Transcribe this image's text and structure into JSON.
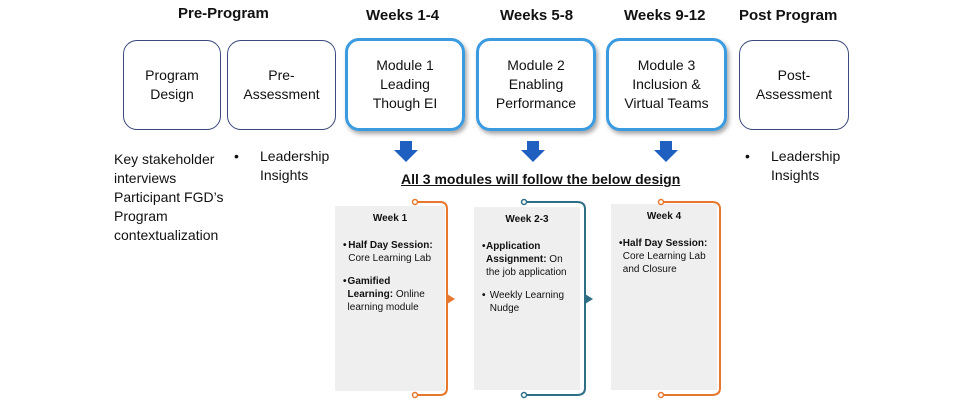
{
  "phases": [
    {
      "id": "pre",
      "label": "Pre-Program"
    },
    {
      "id": "w1",
      "label": "Weeks 1-4"
    },
    {
      "id": "w5",
      "label": "Weeks 5-8"
    },
    {
      "id": "w9",
      "label": "Weeks 9-12"
    },
    {
      "id": "post",
      "label": "Post Program"
    }
  ],
  "boxes": {
    "program_design": "Program\nDesign",
    "pre_assessment": "Pre-\nAssessment",
    "module1": "Module 1\nLeading\nThough EI",
    "module2": "Module 2\nEnabling\nPerformance",
    "module3": "Module 3\nInclusion &\nVirtual Teams",
    "post_assessment": "Post-\nAssessment"
  },
  "pre_program_notes": "Key stakeholder\ninterviews\nParticipant FGD’s\nProgram\ncontextualization",
  "pre_assessment_bullet": "Leadership\nInsights",
  "post_assessment_bullet": "Leadership\nInsights",
  "bullet_char": "•",
  "design_title": "All 3 modules will follow the below design",
  "colors": {
    "module_border": "#3b9be0",
    "arrow": "#1f5fbf",
    "bracket_orange": "#e8772e",
    "bracket_teal": "#2e6f86",
    "panel_bg": "#efefef"
  },
  "panels": [
    {
      "title": "Week 1",
      "items": [
        {
          "bold": "Half Day Session:",
          "text": " Core Learning Lab"
        },
        {
          "bold": "Gamified Learning:",
          "text": " Online learning module"
        }
      ]
    },
    {
      "title": "Week 2-3",
      "items": [
        {
          "bold": "Application Assignment:",
          "text": " On the job application"
        },
        {
          "bold": "",
          "text": "Weekly Learning Nudge"
        }
      ]
    },
    {
      "title": "Week 4",
      "items": [
        {
          "bold": "Half Day Session:",
          "text": " Core Learning Lab and Closure"
        }
      ]
    }
  ]
}
